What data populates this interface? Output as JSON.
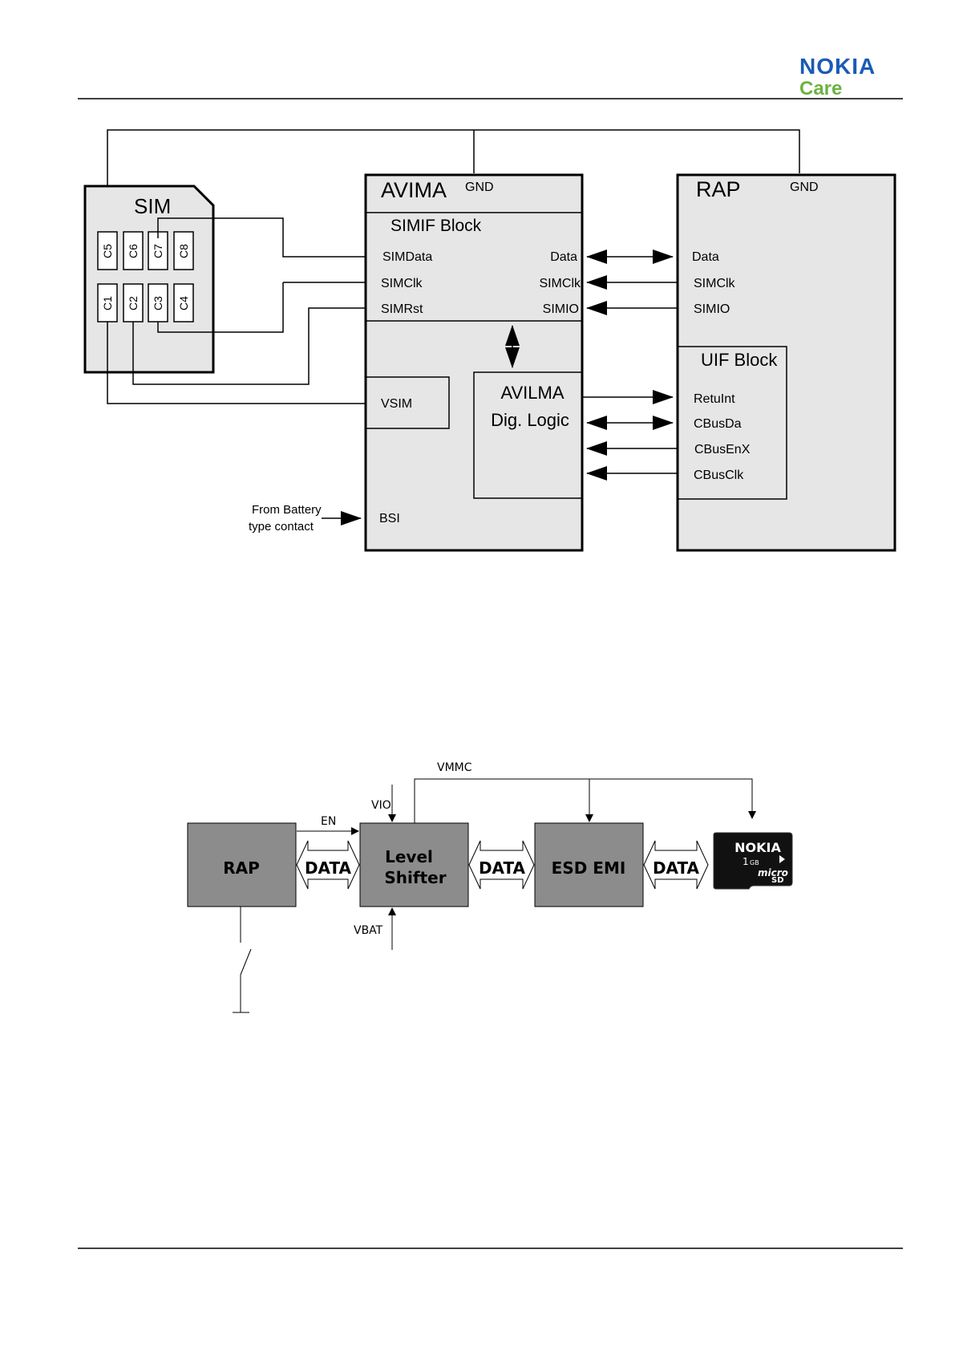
{
  "header": {
    "logo_brand": "NOKIA",
    "logo_sub": "Care",
    "brand_blue": "#1a5bb5",
    "care_green": "#6cb33f"
  },
  "diagram1": {
    "sim": {
      "title": "SIM",
      "contacts_top": [
        "C5",
        "C6",
        "C7",
        "C8"
      ],
      "contacts_bottom": [
        "C1",
        "C2",
        "C3",
        "C4"
      ]
    },
    "avima": {
      "title": "AVIMA",
      "gnd": "GND",
      "simif_title": "SIMIF Block",
      "left_pins": [
        "SIMData",
        "SIMClk",
        "SIMRst"
      ],
      "right_pins": [
        "Data",
        "SIMClk",
        "SIMIO"
      ],
      "vsim": "VSIM",
      "bsi": "BSI",
      "avilma_title": "AVILMA",
      "avilma_sub": "Dig. Logic"
    },
    "rap": {
      "title": "RAP",
      "gnd": "GND",
      "pins": [
        "Data",
        "SIMClk",
        "SIMIO"
      ],
      "uif_title": "UIF Block",
      "uif_pins": [
        "RetuInt",
        "CBusDa",
        "CBusEnX",
        "CBusClk"
      ]
    },
    "battery_label_1": "From Battery",
    "battery_label_2": "type contact",
    "box_fill": "#e6e6e6"
  },
  "diagram2": {
    "blocks": [
      "RAP",
      "Level",
      "Shifter",
      "ESD EMI"
    ],
    "data_label": "DATA",
    "en": "EN",
    "vio": "VIO",
    "vmmc": "VMMC",
    "vbat": "VBAT",
    "card_brand": "NOKIA",
    "card_size": "1",
    "card_unit": "GB",
    "card_type": "micro",
    "card_logo_sub": "SD",
    "block_fill": "#8c8c8c"
  }
}
